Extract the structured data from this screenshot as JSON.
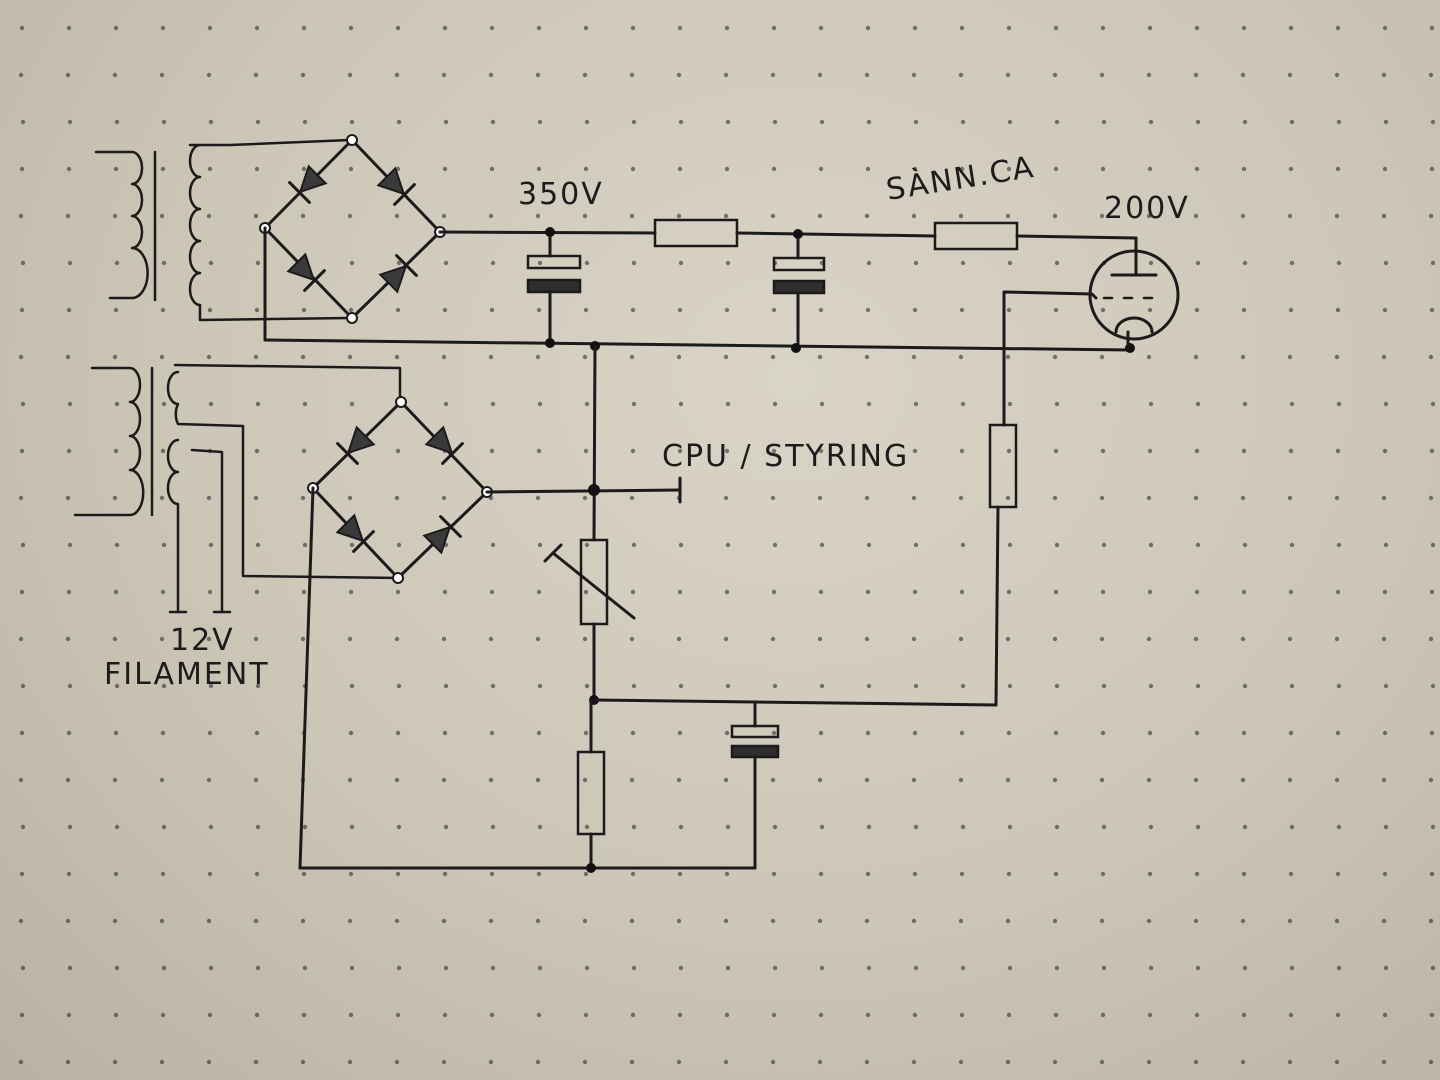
{
  "labels": {
    "v350": "350V",
    "v200": "200V",
    "sannca": "SÀNN.CA",
    "cpu": "CPU / STYRING",
    "v12": "12V",
    "filament": "FILAMENT"
  },
  "colors": {
    "paper": "#d4cfc1",
    "ink": "#1b1b1b"
  }
}
